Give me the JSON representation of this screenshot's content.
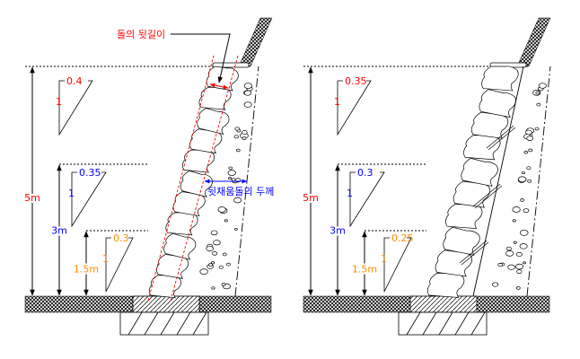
{
  "left": {
    "annotations": {
      "stone_depth": "돌의 뒷길이",
      "backfill_thickness": "뒷채움돌의 두께"
    },
    "heights": {
      "h5": "5m",
      "h3": "3m",
      "h15": "1.5m"
    },
    "slopes": [
      {
        "run": "0.4",
        "rise": "1",
        "color": "#ff0000"
      },
      {
        "run": "0.35",
        "rise": "1",
        "color": "#0000ff"
      },
      {
        "run": "0.3",
        "rise": "1",
        "color": "#ff8c00"
      }
    ]
  },
  "right": {
    "heights": {
      "h5": "5m",
      "h3": "3m",
      "h15": "1.5m"
    },
    "slopes": [
      {
        "run": "0.35",
        "rise": "1",
        "color": "#ff0000"
      },
      {
        "run": "0.3",
        "rise": "1",
        "color": "#0000ff"
      },
      {
        "run": "0.25",
        "rise": "1",
        "color": "#ff8c00"
      }
    ]
  },
  "colors": {
    "h5": "#ff0000",
    "h3": "#0000ff",
    "h15": "#ff8c00"
  }
}
